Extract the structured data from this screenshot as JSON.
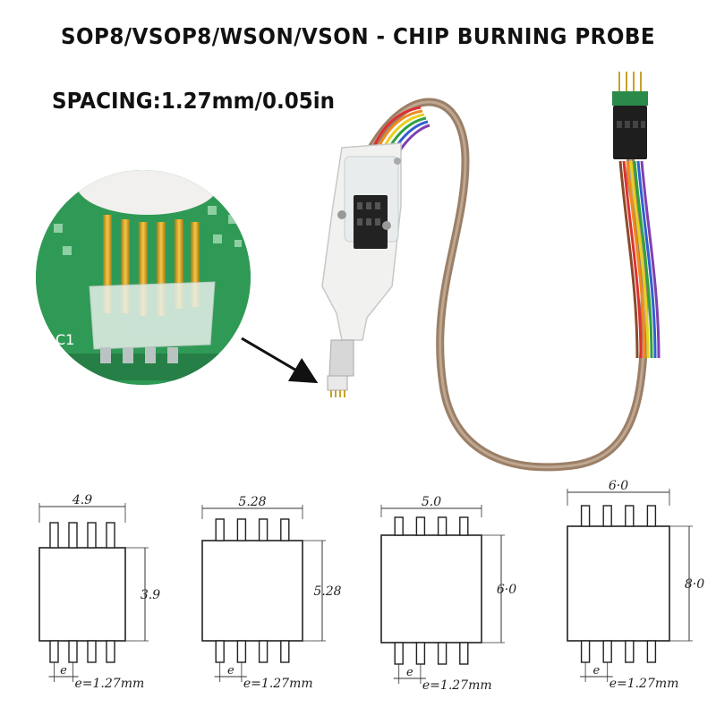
{
  "header": {
    "title": "SOP8/VSOP8/WSON/VSON - CHIP BURNING PROBE",
    "spacing": "SPACING:1.27mm/0.05in"
  },
  "colors": {
    "pcb": "#2f9a55",
    "pin_gold": "#d9a21f",
    "probe_body": "#f1f1ef",
    "cable": [
      "#8a4b2a",
      "#e03030",
      "#f08a20",
      "#e8d020",
      "#30a040",
      "#3060d0",
      "#8040b0",
      "#9a9a9a"
    ]
  },
  "packages": [
    {
      "name": "SOP8",
      "width_label": "4.9",
      "height_label": "3.9",
      "pitch_label": "e",
      "pitch_value": "e=1.27mm"
    },
    {
      "name": "VSOP8",
      "width_label": "5.28",
      "height_label": "5.28",
      "pitch_label": "e",
      "pitch_value": "e=1.27mm"
    },
    {
      "name": "WSON",
      "width_label": "5.0",
      "height_label": "6·0",
      "pitch_label": "e",
      "pitch_value": "e=1.27mm"
    },
    {
      "name": "VSON",
      "width_label": "6·0",
      "height_label": "8·0",
      "pitch_label": "e",
      "pitch_value": "e=1.27mm"
    }
  ]
}
